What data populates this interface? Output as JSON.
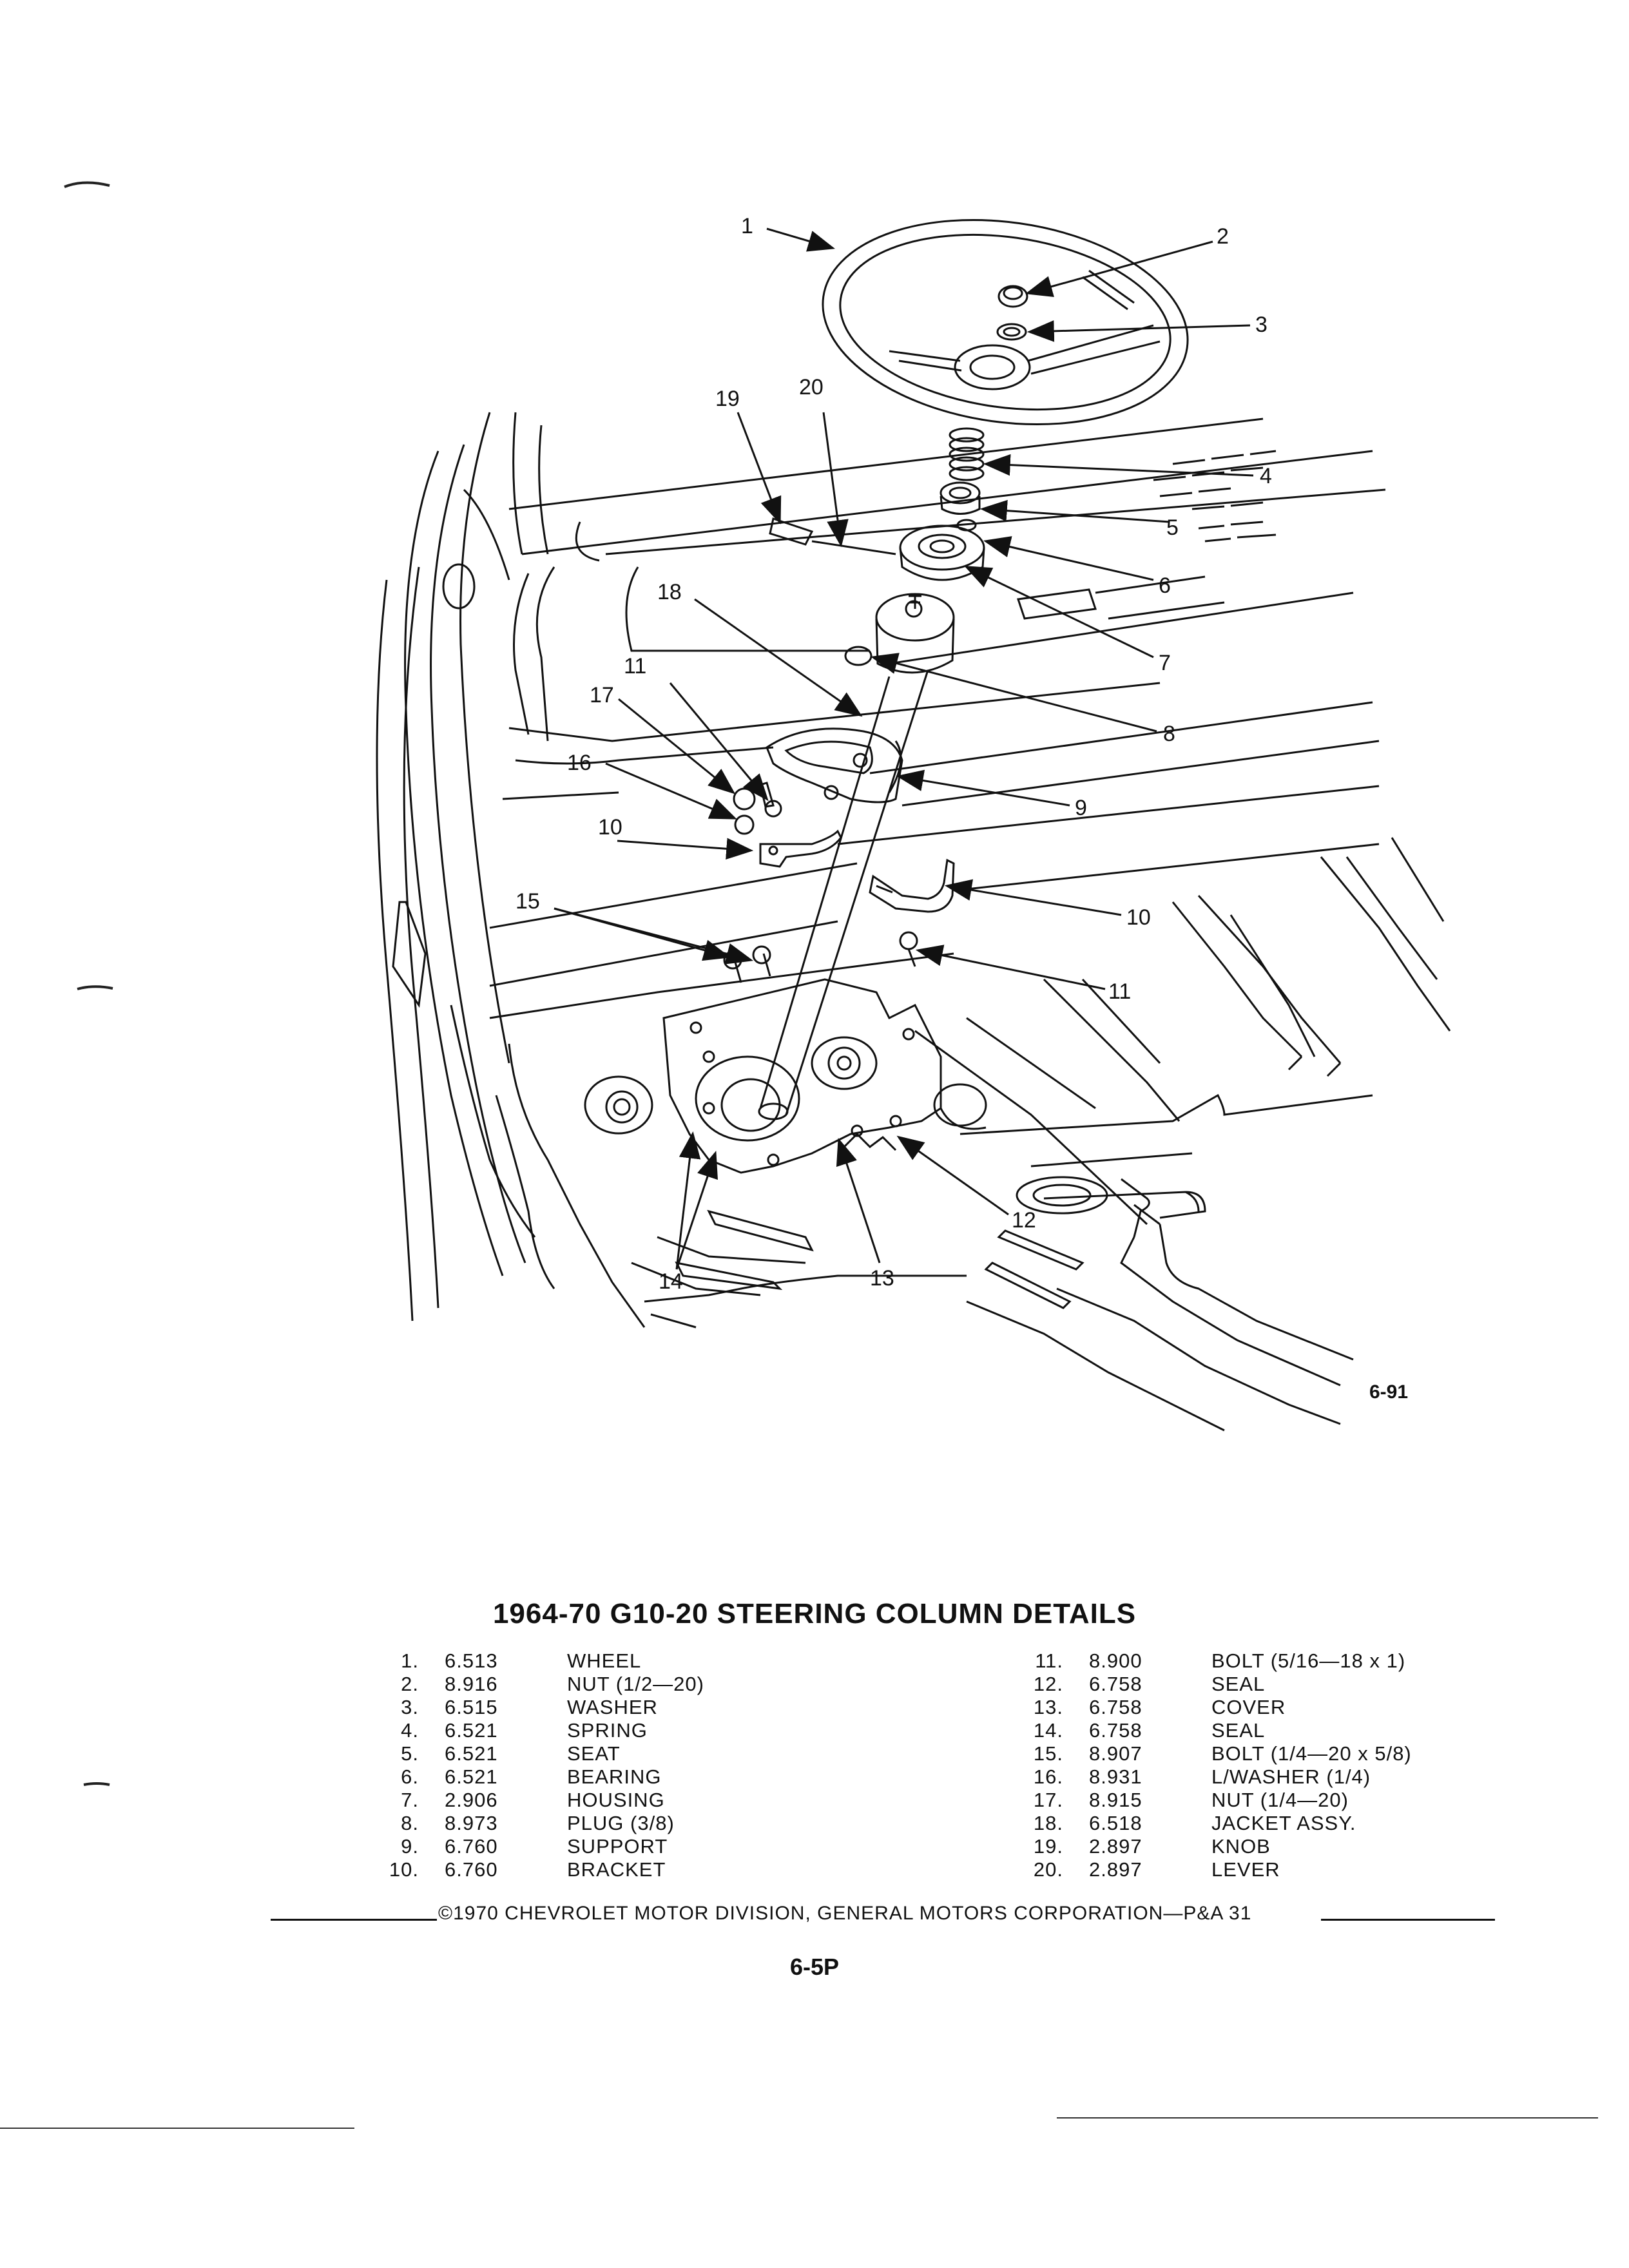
{
  "figure": {
    "id": "6-91",
    "callouts": [
      "1",
      "2",
      "3",
      "4",
      "5",
      "6",
      "7",
      "8",
      "9",
      "10",
      "10",
      "11",
      "11",
      "12",
      "13",
      "14",
      "15",
      "16",
      "17",
      "18",
      "19",
      "20"
    ]
  },
  "title": "1964-70 G10-20 STEERING COLUMN DETAILS",
  "parts_left": [
    {
      "num": "1.",
      "code": "6.513",
      "name": "WHEEL"
    },
    {
      "num": "2.",
      "code": "8.916",
      "name": "NUT (1/2—20)"
    },
    {
      "num": "3.",
      "code": "6.515",
      "name": "WASHER"
    },
    {
      "num": "4.",
      "code": "6.521",
      "name": "SPRING"
    },
    {
      "num": "5.",
      "code": "6.521",
      "name": "SEAT"
    },
    {
      "num": "6.",
      "code": "6.521",
      "name": "BEARING"
    },
    {
      "num": "7.",
      "code": "2.906",
      "name": "HOUSING"
    },
    {
      "num": "8.",
      "code": "8.973",
      "name": "PLUG (3/8)"
    },
    {
      "num": "9.",
      "code": "6.760",
      "name": "SUPPORT"
    },
    {
      "num": "10.",
      "code": "6.760",
      "name": "BRACKET"
    }
  ],
  "parts_right": [
    {
      "num": "11.",
      "code": "8.900",
      "name": "BOLT (5/16—18 x 1)"
    },
    {
      "num": "12.",
      "code": "6.758",
      "name": "SEAL"
    },
    {
      "num": "13.",
      "code": "6.758",
      "name": "COVER"
    },
    {
      "num": "14.",
      "code": "6.758",
      "name": "SEAL"
    },
    {
      "num": "15.",
      "code": "8.907",
      "name": "BOLT (1/4—20 x 5/8)"
    },
    {
      "num": "16.",
      "code": "8.931",
      "name": "L/WASHER (1/4)"
    },
    {
      "num": "17.",
      "code": "8.915",
      "name": "NUT (1/4—20)"
    },
    {
      "num": "18.",
      "code": "6.518",
      "name": "JACKET ASSY."
    },
    {
      "num": "19.",
      "code": "2.897",
      "name": "KNOB"
    },
    {
      "num": "20.",
      "code": "2.897",
      "name": "LEVER"
    }
  ],
  "footer": {
    "copyright": "©1970 CHEVROLET MOTOR DIVISION, GENERAL MOTORS CORPORATION—P&A 31",
    "page_number": "6-5P"
  }
}
